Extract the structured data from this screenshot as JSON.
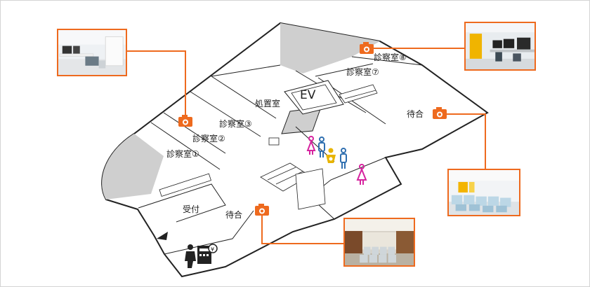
{
  "map": {
    "rooms": {
      "exam_1": "診察室①",
      "exam_2": "診察室②",
      "exam_3": "診察室③",
      "exam_7": "診察室⑦",
      "exam_8": "診察室⑧",
      "treatment": "処置室",
      "elevator": "EV",
      "waiting_right": "待合",
      "waiting_bottom": "待合",
      "reception": "受付"
    },
    "colors": {
      "accent": "#ee6a1e",
      "wall": "#222222",
      "shade": "#cfcfcf",
      "female": "#d6249f",
      "male": "#2f6fb0",
      "baby": "#e8b400"
    },
    "icons": [
      "camera-icon",
      "female-restroom-icon",
      "male-restroom-icon",
      "baby-care-icon",
      "payment-machine-icon",
      "entrance-arrow-icon"
    ]
  }
}
